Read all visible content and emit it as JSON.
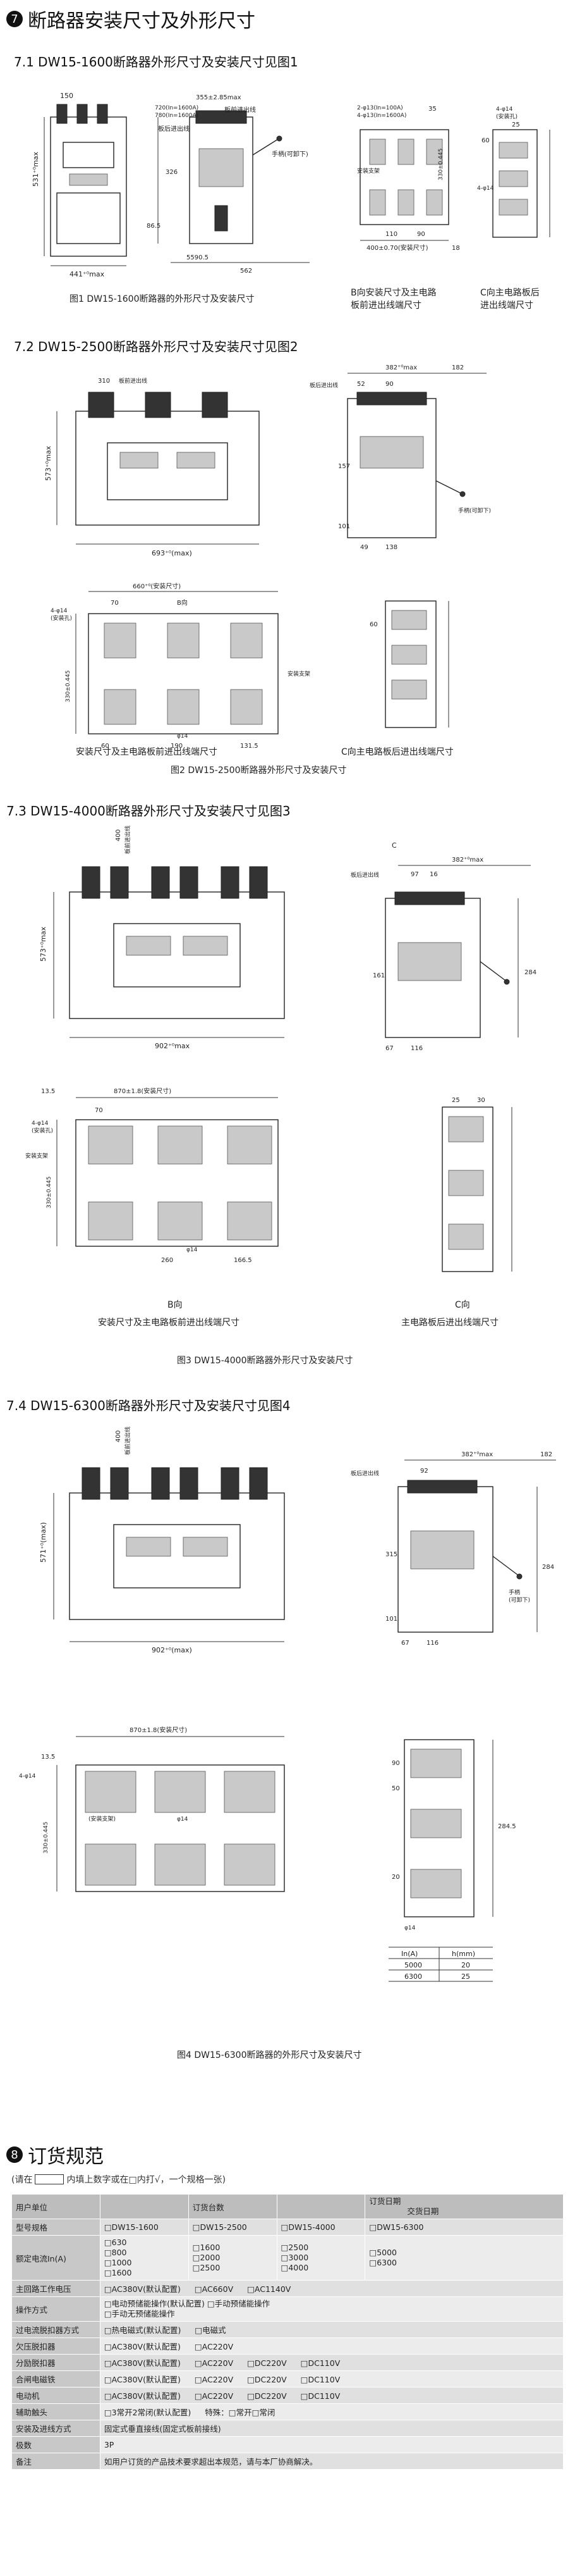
{
  "section7": {
    "number": "7",
    "title": "断路器安装尺寸及外形尺寸",
    "sub1": "7.1 DW15-1600断路器外形尺寸及安装尺寸见图1",
    "sub2": "7.2 DW15-2500断路器外形尺寸及安装尺寸见图2",
    "sub3": "7.3 DW15-4000断路器外形尺寸及安装尺寸见图3",
    "sub4": "7.4 DW15-6300断路器外形尺寸及安装尺寸见图4"
  },
  "fig1": {
    "caption": "图1 DW15-1600断路器的外形尺寸及安装尺寸",
    "caption_b": "B向安装尺寸及主电路",
    "caption_b2": "板前进出线端尺寸",
    "caption_c": "C向主电路板后",
    "caption_c2": "进出线端尺寸",
    "dims": {
      "w441": "441⁺⁰max",
      "h531": "531⁺⁰max",
      "d150": "150",
      "d355": "355±2.85max",
      "d720": "720(In=1600A)",
      "d780": "780(In=1600A)",
      "front": "板前进出线",
      "rear": "板后进出线",
      "d326": "326",
      "d86": "86.5",
      "d590": "5590.5",
      "d562": "562",
      "handle": "手柄(可卸下)",
      "d2": "2-φ13(In=100A)",
      "d4": "4-φ13(In=1600A)",
      "d35": "35",
      "mount": "安装支架",
      "d110": "110",
      "d90": "90",
      "d400": "400±0.70(安装尺寸)",
      "d18": "18",
      "d4b": "4-φ14",
      "mnt2": "(安装孔)",
      "d60": "60",
      "d25": "25",
      "d4c": "4-φ14",
      "d330": "330±0.445"
    }
  },
  "fig2": {
    "caption": "图2 DW15-2500断路器外形尺寸及安装尺寸",
    "caption_b": "安装尺寸及主电路板前进出线端尺寸",
    "caption_c": "C向主电路板后进出线端尺寸",
    "dims": {
      "w693": "693⁺⁰(max)",
      "h573": "573⁺⁰max",
      "d310": "310",
      "front": "板前进出线",
      "rear": "板后进出线",
      "d382": "382⁺⁰max",
      "d182": "182",
      "d52": "52",
      "d90": "90",
      "d157": "157",
      "d101": "101",
      "d49": "49",
      "d138": "138",
      "handle": "手柄(可卸下)",
      "d660": "660⁺⁰(安装尺寸)",
      "d70": "70",
      "d4": "4-φ14",
      "mnt": "(安装孔)",
      "bdir": "B向",
      "d330": "330±0.445",
      "mount": "安装支架",
      "d60": "60",
      "d190": "190",
      "d1315": "131.5",
      "d14": "φ14",
      "d60b": "60"
    }
  },
  "fig3": {
    "caption": "图3 DW15-4000断路器外形尺寸及安装尺寸",
    "caption_b": "B向",
    "caption_b2": "安装尺寸及主电路板前进出线端尺寸",
    "caption_c": "C向",
    "caption_c2": "主电路板后进出线端尺寸",
    "dims": {
      "d400": "400",
      "front": "板前进出线",
      "h573": "573⁺⁰max",
      "w902": "902⁺⁰max",
      "c": "C",
      "rear": "板后进出线",
      "d97": "97",
      "d16": "16",
      "d382": "382⁺⁰max",
      "d161": "161",
      "d284": "284",
      "d67": "67",
      "d116": "116",
      "d870": "870±1.8(安装尺寸)",
      "d135": "13.5",
      "d70": "70",
      "d4": "4-φ14",
      "mnt": "(安装孔)",
      "mount": "安装支架",
      "d330": "330±0.445",
      "d260": "260",
      "d1665": "166.5",
      "d14": "φ14",
      "d25": "25",
      "d30": "30"
    }
  },
  "fig4": {
    "caption": "图4 DW15-6300断路器的外形尺寸及安装尺寸",
    "dims": {
      "d400": "400",
      "front": "板前进出线",
      "h571": "571⁺⁰(max)",
      "w902": "902⁺⁰(max)",
      "rear": "板后进出线",
      "d382": "382⁺⁰max",
      "d182": "182",
      "d92": "92",
      "d315": "315",
      "d101": "101",
      "handle": "手柄",
      "handle2": "(可卸下)",
      "d284": "284",
      "d67": "67",
      "d116": "116",
      "d870": "870±1.8(安装尺寸)",
      "d135": "13.5",
      "d4": "4-φ14",
      "mnt": "(安装支架)",
      "d14": "φ14",
      "d330": "330±0.445",
      "d90": "90",
      "d50": "50",
      "d20": "20",
      "d2845": "284.5",
      "d14b": "φ14"
    },
    "table": {
      "headers": [
        "In(A)",
        "h(mm)"
      ],
      "rows": [
        [
          "5000",
          "20"
        ],
        [
          "6300",
          "25"
        ]
      ]
    }
  },
  "section8": {
    "number": "8",
    "title": "订货规范",
    "note_pre": "(请在",
    "note_post": "内填上数字或在□内打√，一个规格一张)"
  },
  "order_table": {
    "head": {
      "unit": "用户单位",
      "qty": "订货台数",
      "date": "订货日期",
      "delivery": "交货日期"
    },
    "rows": [
      {
        "label": "型号规格",
        "opts": [
          "□DW15-1600",
          "□DW15-2500",
          "□DW15-4000",
          "□DW15-6300"
        ]
      },
      {
        "label": "额定电流In(A)",
        "cols": [
          [
            "□630",
            "□800",
            "□1000",
            "□1600"
          ],
          [
            "□1600",
            "□2000",
            "□2500"
          ],
          [
            "□2500",
            "□3000",
            "□4000"
          ],
          [
            "□5000",
            "□6300"
          ]
        ]
      },
      {
        "label": "主回路工作电压",
        "opts": [
          "□AC380V(默认配置)",
          "□AC660V",
          "□AC1140V"
        ]
      },
      {
        "label": "操作方式",
        "lines": [
          "□电动预储能操作(默认配置) □手动预储能操作",
          "□手动无预储能操作"
        ]
      },
      {
        "label": "过电流脱扣器方式",
        "opts": [
          "□热电磁式(默认配置)",
          "□电磁式"
        ]
      },
      {
        "label": "欠压脱扣器",
        "opts": [
          "□AC380V(默认配置)",
          "□AC220V"
        ]
      },
      {
        "label": "分励脱扣器",
        "opts": [
          "□AC380V(默认配置)",
          "□AC220V",
          "□DC220V",
          "□DC110V"
        ]
      },
      {
        "label": "合闸电磁铁",
        "opts": [
          "□AC380V(默认配置)",
          "□AC220V",
          "□DC220V",
          "□DC110V"
        ]
      },
      {
        "label": "电动机",
        "opts": [
          "□AC380V(默认配置)",
          "□AC220V",
          "□DC220V",
          "□DC110V"
        ]
      },
      {
        "label": "辅助触头",
        "opts": [
          "□3常开2常闭(默认配置)",
          "特殊：□常开□常闭"
        ]
      },
      {
        "label": "安装及进线方式",
        "opts": [
          "固定式垂直接线(固定式板前接线)"
        ]
      },
      {
        "label": "极数",
        "opts": [
          "3P"
        ]
      },
      {
        "label": "备注",
        "opts": [
          "如用户订货的产品技术要求超出本规范，请与本厂协商解决。"
        ]
      }
    ]
  }
}
